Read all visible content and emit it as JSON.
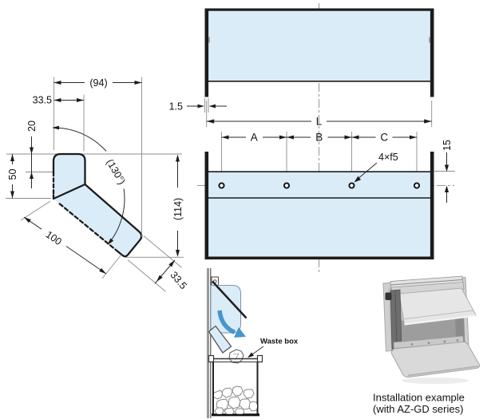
{
  "drawing": {
    "side_view": {
      "dims": {
        "overall_width": "(94)",
        "top_width": "33.5",
        "lip_depth": "20",
        "upright_height": "50",
        "bend_angle": "(130°)",
        "chute_length": "100",
        "chute_end_width": "33.5",
        "overall_height": "(114)"
      }
    },
    "front_view": {
      "dims": {
        "panel_thickness": "1.5",
        "overall_length": "L",
        "pitch_a": "A",
        "pitch_b": "B",
        "pitch_c": "C",
        "holes_note": "4×f5",
        "hole_offset": "15"
      }
    },
    "installation_diagram": {
      "waste_box_label": "Waste box"
    },
    "photo": {
      "caption_line1": "Installation example",
      "caption_line2": "(with AZ-GD series)"
    },
    "colors": {
      "part_fill": "#daecf8",
      "outline": "#1c1c1c",
      "dim_line": "#2a2a2a",
      "ext_line": "#8c8c8c",
      "centerline": "#9a9a9a",
      "arrow_blue": "#4796cd"
    }
  }
}
